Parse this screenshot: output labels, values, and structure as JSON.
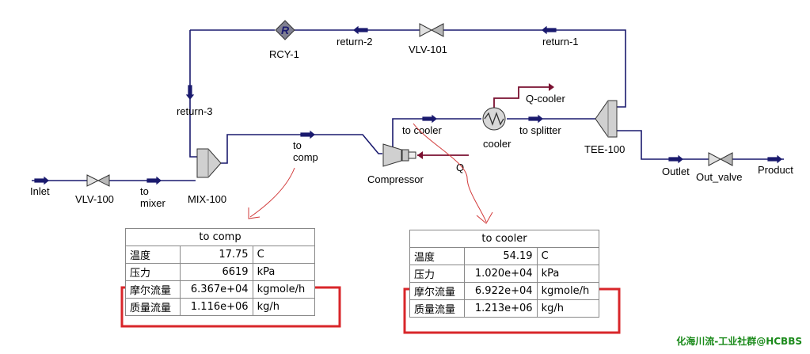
{
  "streams": {
    "inlet": "Inlet",
    "to_mixer": "to\nmixer",
    "return3": "return-3",
    "to_comp": "to\ncomp",
    "to_cooler": "to cooler",
    "q": "Q",
    "to_splitter": "to splitter",
    "q_cooler": "Q-cooler",
    "return1": "return-1",
    "return2": "return-2",
    "outlet": "Outlet",
    "product": "Product"
  },
  "units": {
    "vlv100": "VLV-100",
    "mix100": "MIX-100",
    "compressor": "Compressor",
    "cooler": "cooler",
    "tee100": "TEE-100",
    "vlv101": "VLV-101",
    "rcy1": "RCY-1",
    "rcy1_symbol": "R",
    "out_valve": "Out_valve"
  },
  "tables": [
    {
      "title": "to comp",
      "rows": [
        {
          "prop": "温度",
          "value": "17.75",
          "unit": "C"
        },
        {
          "prop": "压力",
          "value": "6619",
          "unit": "kPa"
        },
        {
          "prop": "摩尔流量",
          "value": "6.367e+04",
          "unit": "kgmole/h"
        },
        {
          "prop": "质量流量",
          "value": "1.116e+06",
          "unit": "kg/h"
        }
      ]
    },
    {
      "title": "to cooler",
      "rows": [
        {
          "prop": "温度",
          "value": "54.19",
          "unit": "C"
        },
        {
          "prop": "压力",
          "value": "1.020e+04",
          "unit": "kPa"
        },
        {
          "prop": "摩尔流量",
          "value": "6.922e+04",
          "unit": "kgmole/h"
        },
        {
          "prop": "质量流量",
          "value": "1.213e+06",
          "unit": "kg/h"
        }
      ]
    }
  ],
  "colors": {
    "material_stream": "#1a1a6e",
    "energy_stream": "#7a1030",
    "highlight": "#d8262a",
    "watermark": "#1a8a1a"
  },
  "watermark": "化海川流-工业社群@HCBBS"
}
